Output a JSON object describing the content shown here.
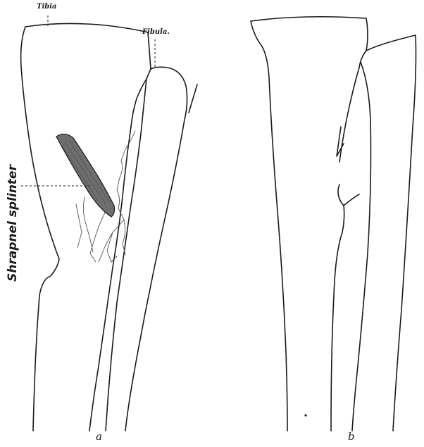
{
  "figure": {
    "labels": {
      "tibia": "Tibia",
      "fibula": "Fibula.",
      "shrapnel": "Shrapnel splinter",
      "panel_a": "a",
      "panel_b": "b"
    },
    "colors": {
      "line": "#1a1a1a",
      "crack_lines": "#555555",
      "splinter_fill": "#6e6e6e",
      "background": "#ffffff"
    }
  }
}
